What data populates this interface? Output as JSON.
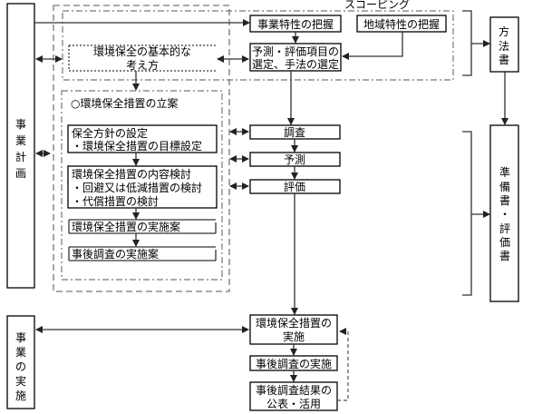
{
  "diagram": {
    "left_column": {
      "business_plan": [
        "事",
        "業",
        "計",
        "画"
      ],
      "business_implementation": [
        "事",
        "業",
        "の",
        "実",
        "施"
      ]
    },
    "scoping": {
      "label": "スコーピング",
      "business_characteristics": "事業特性の把握",
      "regional_characteristics": "地域特性の把握",
      "selection": [
        "予測・評価項目の",
        "選定、手法の選定"
      ]
    },
    "basic_approach": [
      "環境保全の基本的な",
      "考え方"
    ],
    "measures_planning": {
      "title": "○環境保全措置の立案",
      "policy_setting": [
        "保全方針の設定",
        "・環境保全措置の目標設定"
      ],
      "content_review": [
        "環境保全措置の内容検討",
        "・回避又は低減措置の検討",
        "・代償措置の検討"
      ],
      "implementation_plan": "環境保全措置の実施案",
      "followup_plan": "事後調査の実施案"
    },
    "assessment": {
      "survey": "調査",
      "prediction": "予測",
      "evaluation": "評価"
    },
    "documents": {
      "method_document": [
        "方",
        "法",
        "書"
      ],
      "draft_and_assessment": [
        "準",
        "備",
        "書",
        "・",
        "評",
        "価",
        "書"
      ]
    },
    "implementation": {
      "measures": [
        "環境保全措置の",
        "実施"
      ],
      "followup_survey": "事後調査の実施",
      "results": [
        "事後調査結果の",
        "公表・活用"
      ]
    }
  }
}
